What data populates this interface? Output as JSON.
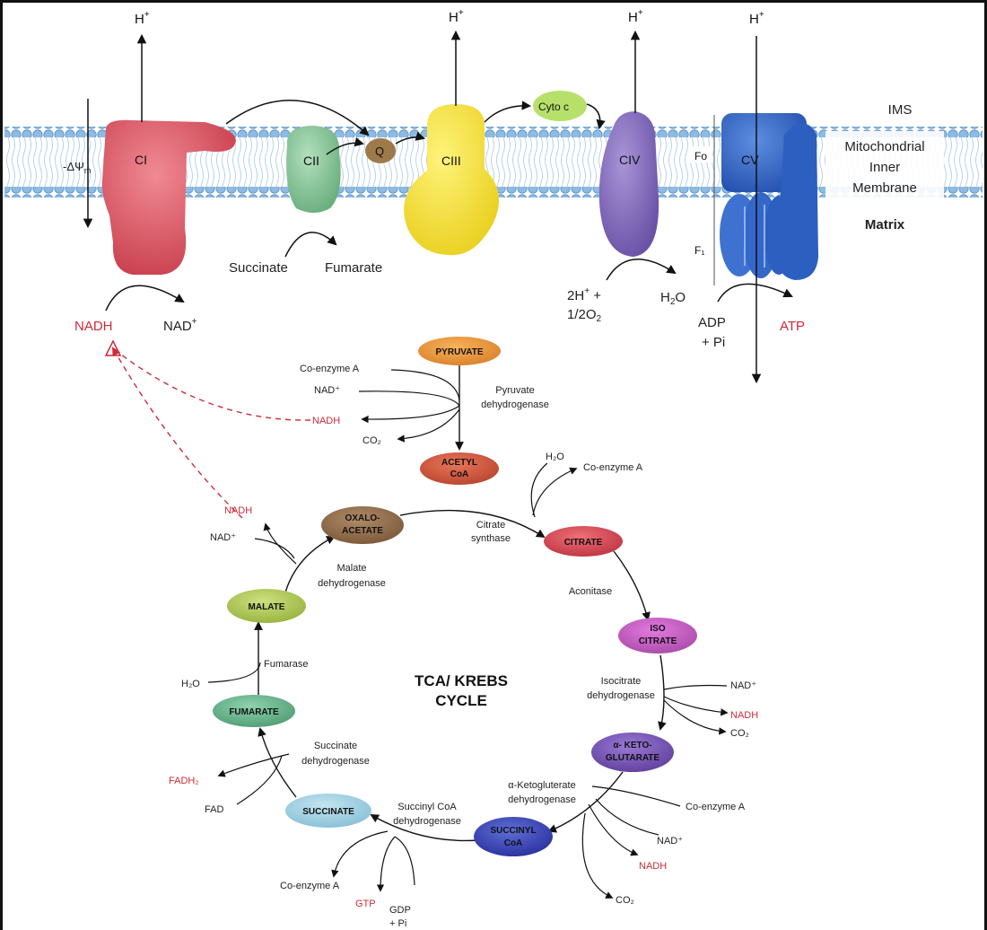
{
  "membrane": {
    "ims": "IMS",
    "mim_line1": "Mitochondrial",
    "mim_line2": "Inner",
    "mim_line3": "Membrane",
    "matrix": "Matrix",
    "potential": "-ΔΨ",
    "potential_sub": "m",
    "f0": "Fo",
    "f1": "F₁"
  },
  "complexes": {
    "ci": "CI",
    "cii": "CII",
    "q": "Q",
    "ciii": "CIII",
    "cytoc": "Cyto c",
    "civ": "CIV",
    "cv": "CV"
  },
  "proton": {
    "h": "H",
    "plus": "+"
  },
  "etc_labels": {
    "succinate": "Succinate",
    "fumarate": "Fumarate",
    "nadh": "NADH",
    "nad": "NAD",
    "nad_sup": "+",
    "civ_in_line1": "2H",
    "civ_in_sup": "+",
    "civ_in_plus": " +",
    "civ_in_line2": "1/2O",
    "civ_in_sub": "2",
    "water_h": "H",
    "water_sub": "2",
    "water_o": "O",
    "adp_line1": "ADP",
    "adp_line2": "+ Pi",
    "atp": "ATP"
  },
  "tca": {
    "title_line1": "TCA/ KREBS",
    "title_line2": "CYCLE",
    "pyruvate": "PYRUVATE",
    "acetyl_line1": "ACETYL",
    "acetyl_line2": "CoA",
    "citrate": "CITRATE",
    "iso_line1": "ISO",
    "iso_line2": "CITRATE",
    "akg_line1": "α- KETO-",
    "akg_line2": "GLUTARATE",
    "succoa_line1": "SUCCINYL",
    "succoa_line2": "CoA",
    "succinate": "SUCCINATE",
    "fumarate": "FUMARATE",
    "malate": "MALATE",
    "oaa_line1": "OXALO-",
    "oaa_line2": "ACETATE"
  },
  "enzymes": {
    "pdh_line1": "Pyruvate",
    "pdh_line2": "dehydrogenase",
    "cs_line1": "Citrate",
    "cs_line2": "synthase",
    "aconitase": "Aconitase",
    "idh_line1": "Isocitrate",
    "idh_line2": "dehydrogenase",
    "akgdh_line1": "α-Ketogluterate",
    "akgdh_line2": "dehydrogenase",
    "scoa_line1": "Succinyl CoA",
    "scoa_line2": "dehydrogenase",
    "sdh_line1": "Succinate",
    "sdh_line2": "dehydrogenase",
    "fumarase": "Fumarase",
    "mdh_line1": "Malate",
    "mdh_line2": "dehydrogenase"
  },
  "cofactors": {
    "coenzyme_a": "Co-enzyme A",
    "nad_plus": "NAD⁺",
    "nadh": "NADH",
    "co2": "CO₂",
    "h2o": "H₂O",
    "fadh2": "FADH₂",
    "fad": "FAD",
    "gtp": "GTP",
    "gdp_line1": "GDP",
    "gdp_line2": "+ Pi"
  },
  "colors": {
    "membrane_blue": "#6fa6d6",
    "ci_red": "#d9505e",
    "cii_green": "#7fbf8e",
    "ciii_yellow": "#f2dc2e",
    "civ_purple": "#7b64b4",
    "cv_blue": "#2c5fbf",
    "q_brown": "#9c7a4a",
    "cytoc_green": "#b7e06a",
    "nadh_red": "#cc2b39"
  }
}
